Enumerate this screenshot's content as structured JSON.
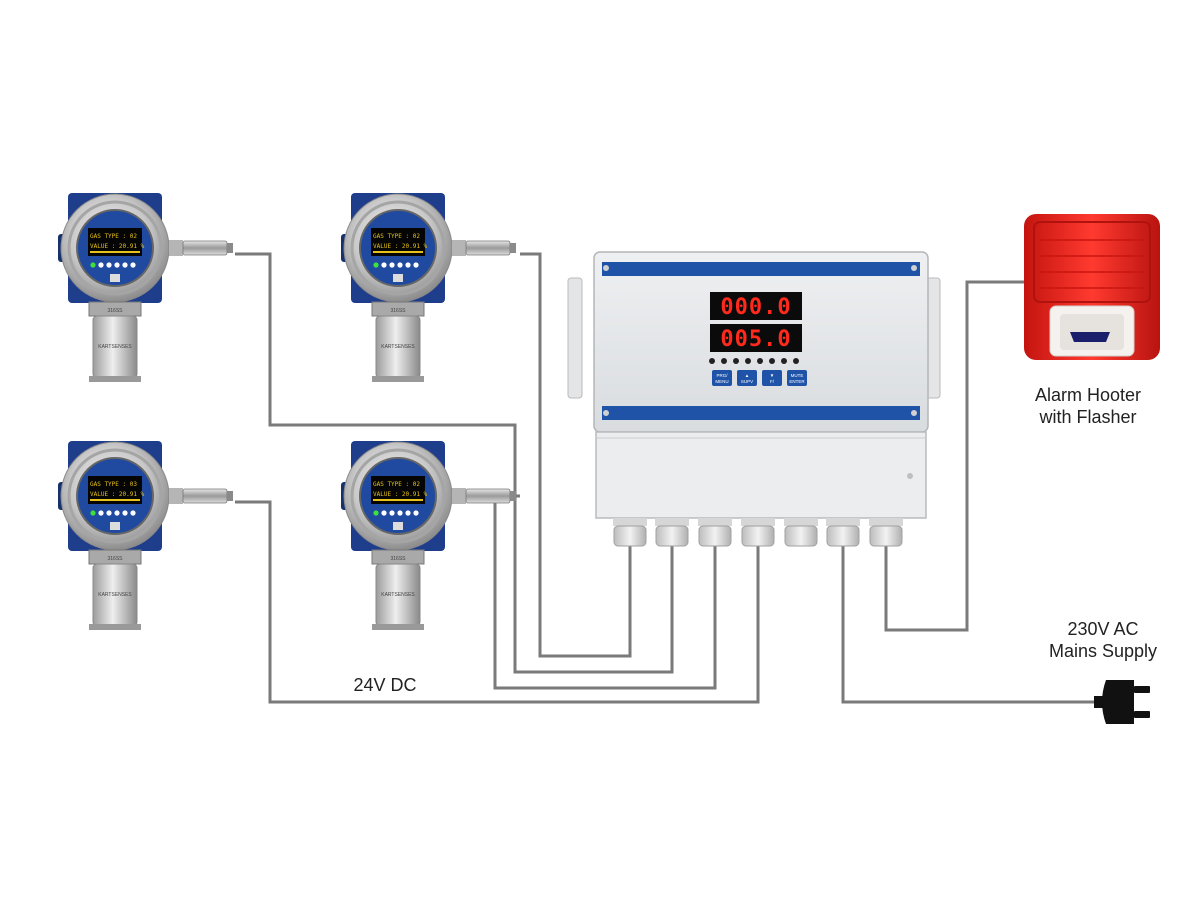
{
  "labels": {
    "alarm_line1": "Alarm Hooter",
    "alarm_line2": "with Flasher",
    "mains_line1": "230V AC",
    "mains_line2": "Mains Supply",
    "dc": "24V DC"
  },
  "controller": {
    "display_top": "000.0",
    "display_bottom": "005.0",
    "buttons": [
      {
        "line1": "PRG/",
        "line2": "MENU"
      },
      {
        "line1": "▲",
        "line2": "SUPV"
      },
      {
        "line1": "▼",
        "line2": "F/"
      },
      {
        "line1": "MUTE",
        "line2": "ENTER"
      }
    ]
  },
  "detectors": [
    {
      "gas_type": "GAS TYPE : 02",
      "value": "VALUE : 20.91 %",
      "model": "316SS",
      "brand": "KARTSENSES"
    },
    {
      "gas_type": "GAS TYPE : 02",
      "value": "VALUE : 20.91 %",
      "model": "316SS",
      "brand": "KARTSENSES"
    },
    {
      "gas_type": "GAS TYPE : 03",
      "value": "VALUE : 20.91 %",
      "model": "316SS",
      "brand": "KARTSENSES"
    },
    {
      "gas_type": "GAS TYPE : 02",
      "value": "VALUE : 20.91 %",
      "model": "316SS",
      "brand": "KARTSENSES"
    }
  ],
  "colors": {
    "wire": "#7a7a7a",
    "detector_blue": "#1e3e8c",
    "alarm_red": "#e8201f",
    "segment_red": "#ff2a1c"
  }
}
